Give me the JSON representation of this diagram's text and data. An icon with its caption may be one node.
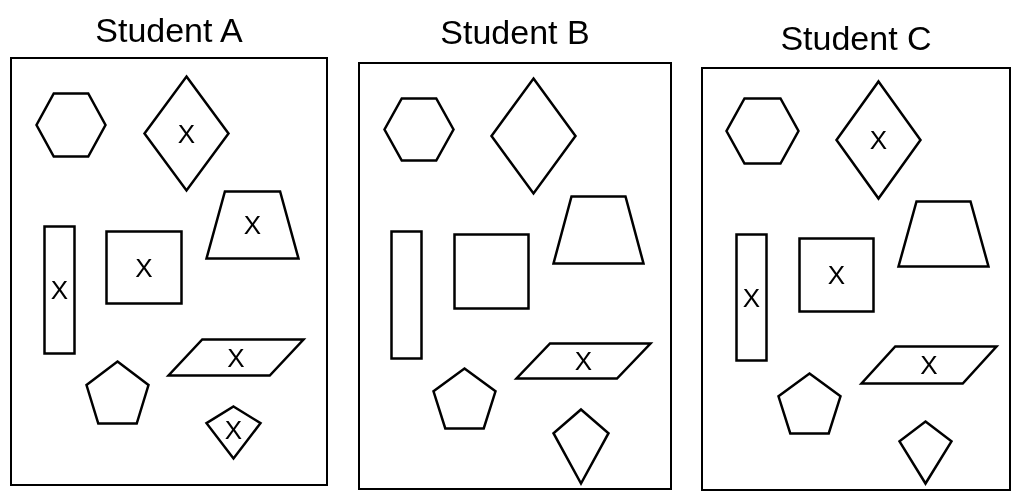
{
  "diagram": {
    "nodes": [
      {
        "text": [
          "Student A"
        ]
      },
      {
        "text": [],
        "shape": "hexagon",
        "in": 0
      },
      {
        "text": [
          "X"
        ],
        "in": 0
      },
      {
        "text": [
          "X"
        ],
        "in": 0
      },
      {
        "text": [
          "X"
        ],
        "in": 0
      },
      {
        "text": [
          "X"
        ],
        "in": 0
      },
      {
        "text": [
          "X"
        ],
        "in": 0
      },
      {
        "text": [],
        "shape": "pentagon",
        "in": 0
      },
      {
        "text": [
          "X"
        ],
        "in": 0
      },
      {
        "text": [
          "Student B"
        ]
      },
      {
        "text": [],
        "shape": "hexagon",
        "in": 9
      },
      {
        "text": [],
        "shape": "diamond",
        "in": 9
      },
      {
        "text": [],
        "shape": "trapezoid",
        "in": 9
      },
      {
        "text": [],
        "shape": "box",
        "in": 9
      },
      {
        "text": [],
        "shape": "box",
        "in": 9
      },
      {
        "text": [
          "X"
        ],
        "in": 9
      },
      {
        "text": [],
        "shape": "pentagon",
        "in": 9
      },
      {
        "text": [],
        "shape": "kite",
        "in": 9
      },
      {
        "text": [
          "Student C"
        ]
      },
      {
        "text": [],
        "shape": "hexagon",
        "in": 18
      },
      {
        "text": [
          "X"
        ],
        "in": 18
      },
      {
        "text": [],
        "shape": "trapezoid",
        "in": 18
      },
      {
        "text": [
          "X"
        ],
        "in": 18
      },
      {
        "text": [
          "X"
        ],
        "in": 18
      },
      {
        "text": [
          "X"
        ],
        "in": 18
      },
      {
        "text": [],
        "shape": "pentagon",
        "in": 18
      },
      {
        "text": [],
        "shape": "kite",
        "in": 18
      }
    ]
  }
}
